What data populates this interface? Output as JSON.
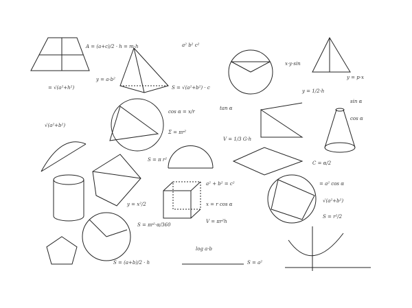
{
  "image": {
    "description": "Hand-drawn sketches of geometric shapes and math formulas on white paper",
    "shapes": [
      "trapezoid",
      "pyramid",
      "circle-with-segment",
      "triangle",
      "circles",
      "cone",
      "cylinder",
      "cube",
      "dodecahedron",
      "prism",
      "arcs",
      "graphs"
    ],
    "formulas": [
      "A = (a+c)/2 · h = m·h",
      "S = πr²",
      "V = 1/3 G·h",
      "V = πr²h",
      "S = a²",
      "x = r cos α"
    ],
    "colors": {
      "ink": "#222222",
      "paper": "#ffffff"
    }
  }
}
